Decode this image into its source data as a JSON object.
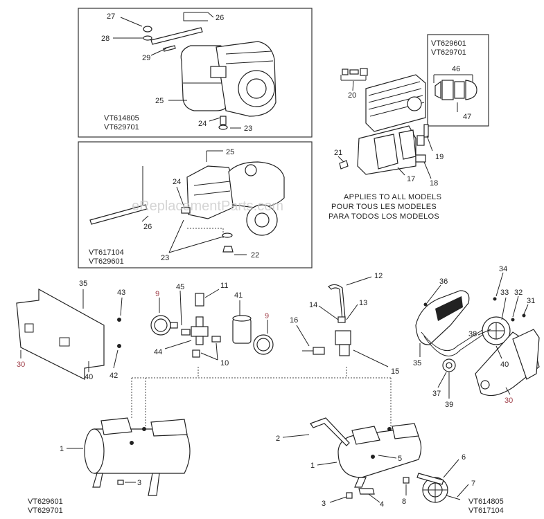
{
  "watermark": "eReplacementParts.com",
  "note": {
    "lines": [
      "APPLIES TO ALL MODELS",
      "POUR TOUS LES MODELES",
      "PARA TODOS LOS MODELOS"
    ]
  },
  "model_labels": {
    "engine_top": [
      "VT614805",
      "VT629701"
    ],
    "engine_bottom": [
      "VT617104",
      "VT629601"
    ],
    "filter_box": [
      "VT629601",
      "VT629701"
    ],
    "tank_left": [
      "VT629601",
      "VT629701"
    ],
    "tank_right": [
      "VT614805",
      "VT617104"
    ]
  },
  "callouts": {
    "c27": "27",
    "c26a": "26",
    "c28": "28",
    "c29": "29",
    "c25a": "25",
    "c24a": "24",
    "c23a": "23",
    "c25b": "25",
    "c24b": "24",
    "c26b": "26",
    "c23b": "23",
    "c22": "22",
    "c46": "46",
    "c47": "47",
    "c20": "20",
    "c21": "21",
    "c19": "19",
    "c17": "17",
    "c18": "18",
    "c35a": "35",
    "c43": "43",
    "c30a": "30",
    "c40a": "40",
    "c42": "42",
    "c9a": "9",
    "c45": "45",
    "c11": "11",
    "c41": "41",
    "c9b": "9",
    "c44": "44",
    "c10": "10",
    "c12": "12",
    "c14": "14",
    "c13": "13",
    "c16": "16",
    "c15": "15",
    "c36": "36",
    "c34": "34",
    "c33": "33",
    "c32": "32",
    "c31": "31",
    "c38": "38",
    "c35b": "35",
    "c40b": "40",
    "c37": "37",
    "c39": "39",
    "c30b": "30",
    "c1a": "1",
    "c3a": "3",
    "c2": "2",
    "c5": "5",
    "c6": "6",
    "c1b": "1",
    "c7": "7",
    "c3b": "3",
    "c4": "4",
    "c8": "8"
  }
}
